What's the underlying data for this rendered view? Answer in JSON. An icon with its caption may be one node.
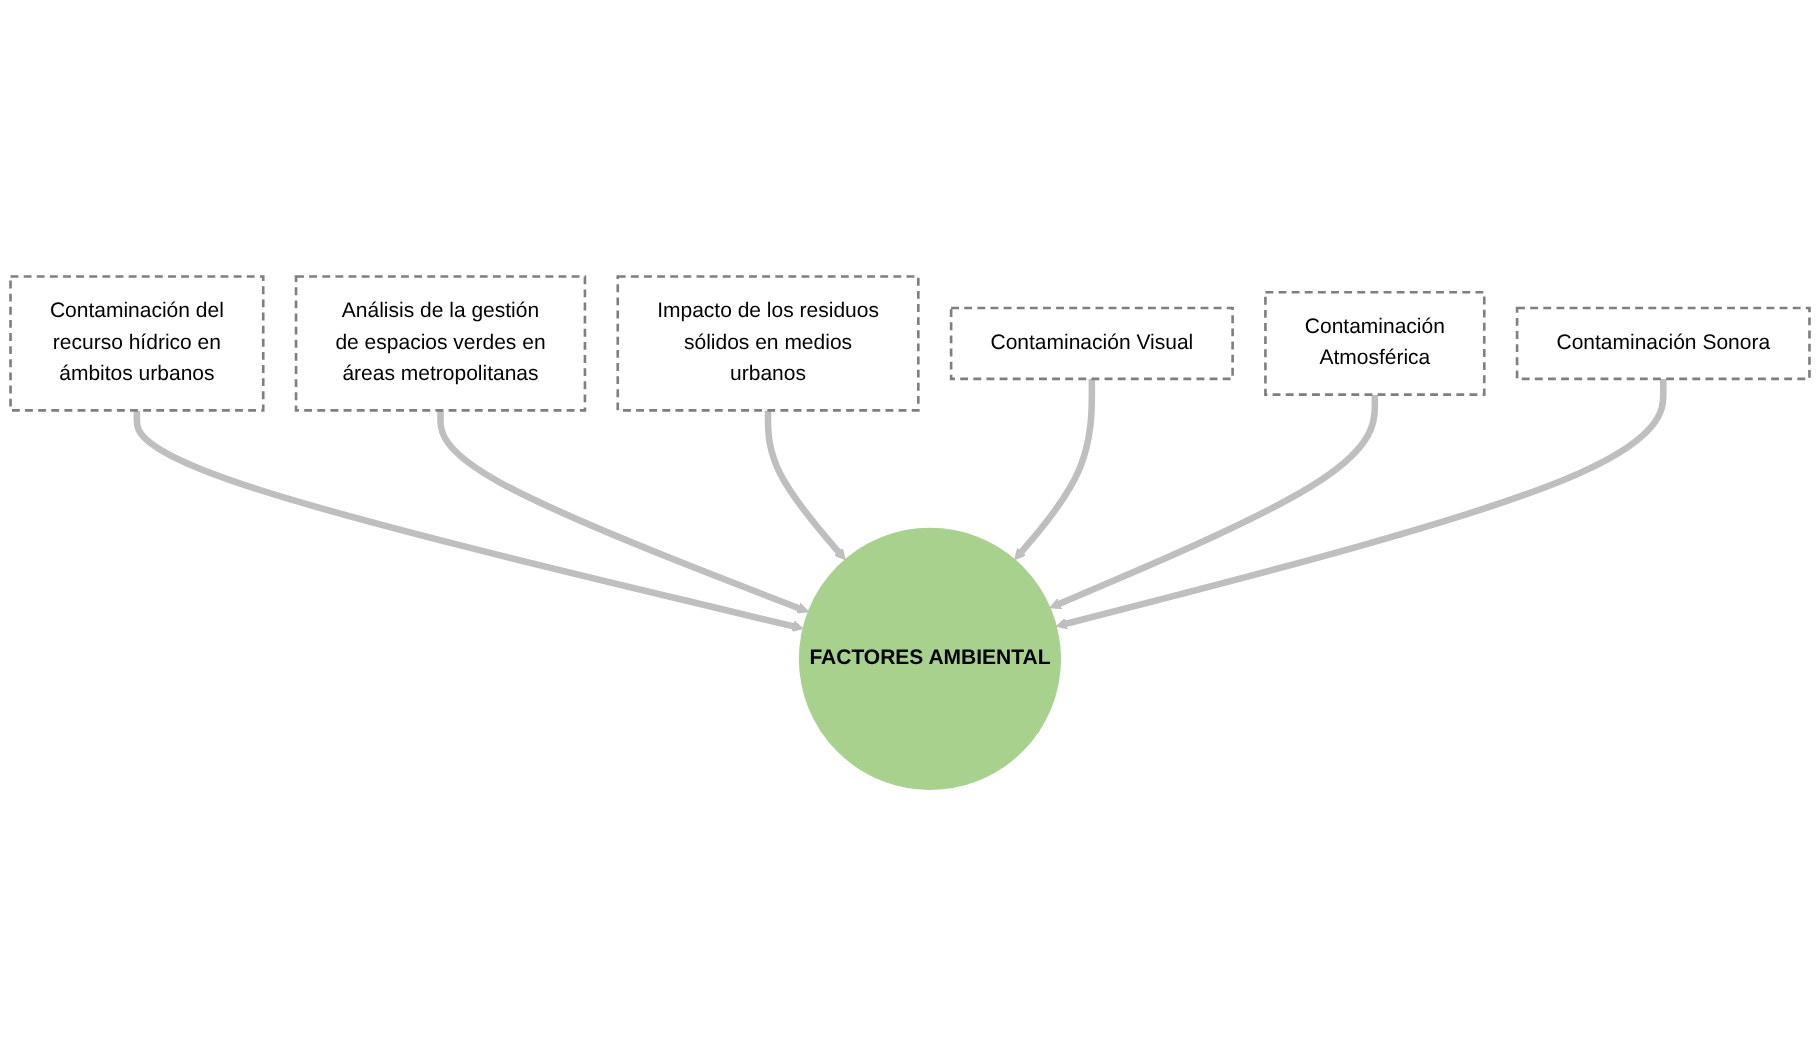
{
  "diagram": {
    "nodes": [
      {
        "text": [
          "Contaminación del recurso hídrico en ámbitos urbanos"
        ]
      },
      {
        "text": [
          "Análisis de la gestión de espacios verdes en áreas metropolitanas"
        ]
      },
      {
        "text": [
          "Impacto de los residuos sólidos en medios urbanos"
        ]
      },
      {
        "text": [
          "Contaminación Visual"
        ]
      },
      {
        "text": [
          "Contaminación Atmosférica"
        ]
      },
      {
        "text": [
          "Contaminación Sonora"
        ]
      },
      {
        "text": [
          "FACTORES AMBIENTAL"
        ]
      }
    ],
    "edges": [
      {
        "from": 0,
        "to": 6,
        "arrow": "to"
      },
      {
        "from": 1,
        "to": 6,
        "arrow": "to"
      },
      {
        "from": 2,
        "to": 6,
        "arrow": "to"
      },
      {
        "from": 3,
        "to": 6,
        "arrow": "to"
      },
      {
        "from": 4,
        "to": 6,
        "arrow": "to"
      },
      {
        "from": 5,
        "to": 6,
        "arrow": "to"
      }
    ]
  }
}
